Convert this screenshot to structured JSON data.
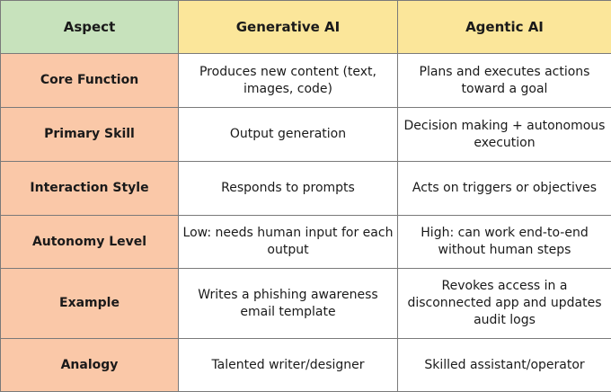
{
  "table": {
    "headers": [
      "Aspect",
      "Generative AI",
      "Agentic AI"
    ],
    "rows": [
      {
        "aspect": "Core Function",
        "generative": "Produces new content (text, images, code)",
        "agentic": "Plans and executes actions toward a goal"
      },
      {
        "aspect": "Primary Skill",
        "generative": "Output generation",
        "agentic": "Decision making + autonomous execution"
      },
      {
        "aspect": "Interaction Style",
        "generative": "Responds to prompts",
        "agentic": "Acts on triggers or objectives"
      },
      {
        "aspect": "Autonomy Level",
        "generative": "Low: needs human input for each output",
        "agentic": "High: can work end-to-end without human steps"
      },
      {
        "aspect": "Example",
        "generative": "Writes a phishing awareness email template",
        "agentic": "Revokes access in a disconnected app and updates audit logs"
      },
      {
        "aspect": "Analogy",
        "generative": "Talented writer/designer",
        "agentic": "Skilled assistant/operator"
      }
    ]
  },
  "colors": {
    "aspect_header": "#c7e2bc",
    "column_header": "#fbe69a",
    "row_label": "#fac8a8",
    "cell": "#ffffff",
    "border": "#7a7a7a"
  }
}
